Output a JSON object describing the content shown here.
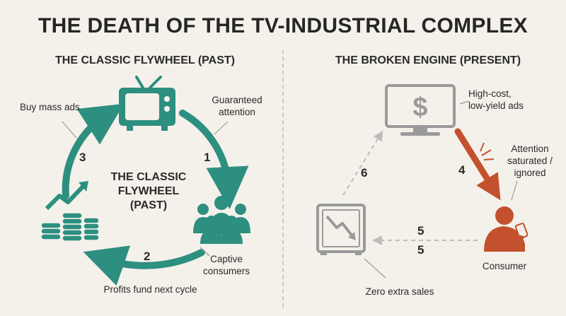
{
  "title": "THE DEATH OF THE TV-INDUSTRIAL COMPLEX",
  "left": {
    "heading": "THE CLASSIC FLYWHEEL (PAST)",
    "center_label": [
      "THE CLASSIC",
      "FLYWHEEL",
      "(PAST)"
    ],
    "labels": {
      "buy_mass_ads": "Buy mass ads",
      "guaranteed_attention": [
        "Guaranteed",
        "attention"
      ],
      "captive_consumers": [
        "Captive",
        "consumers"
      ],
      "profits": "Profits fund next cycle"
    },
    "steps": [
      "1",
      "2",
      "3"
    ],
    "icons": [
      "tv-icon",
      "crowd-icon",
      "coins-growth-icon"
    ],
    "color": "#2d8f80"
  },
  "right": {
    "heading": "THE BROKEN ENGINE (PRESENT)",
    "labels": {
      "high_cost": [
        "High-cost,",
        "low-yield ads"
      ],
      "attention": [
        "Attention",
        "saturated /",
        "ignored"
      ],
      "consumer": "Consumer",
      "zero_sales": "Zero extra sales"
    },
    "steps": [
      "4",
      "5",
      "5",
      "6"
    ],
    "icons": [
      "monitor-dollar-icon",
      "phone-user-icon",
      "safe-decline-icon"
    ],
    "gray": "#9a9a9a",
    "accent": "#c4512e"
  }
}
